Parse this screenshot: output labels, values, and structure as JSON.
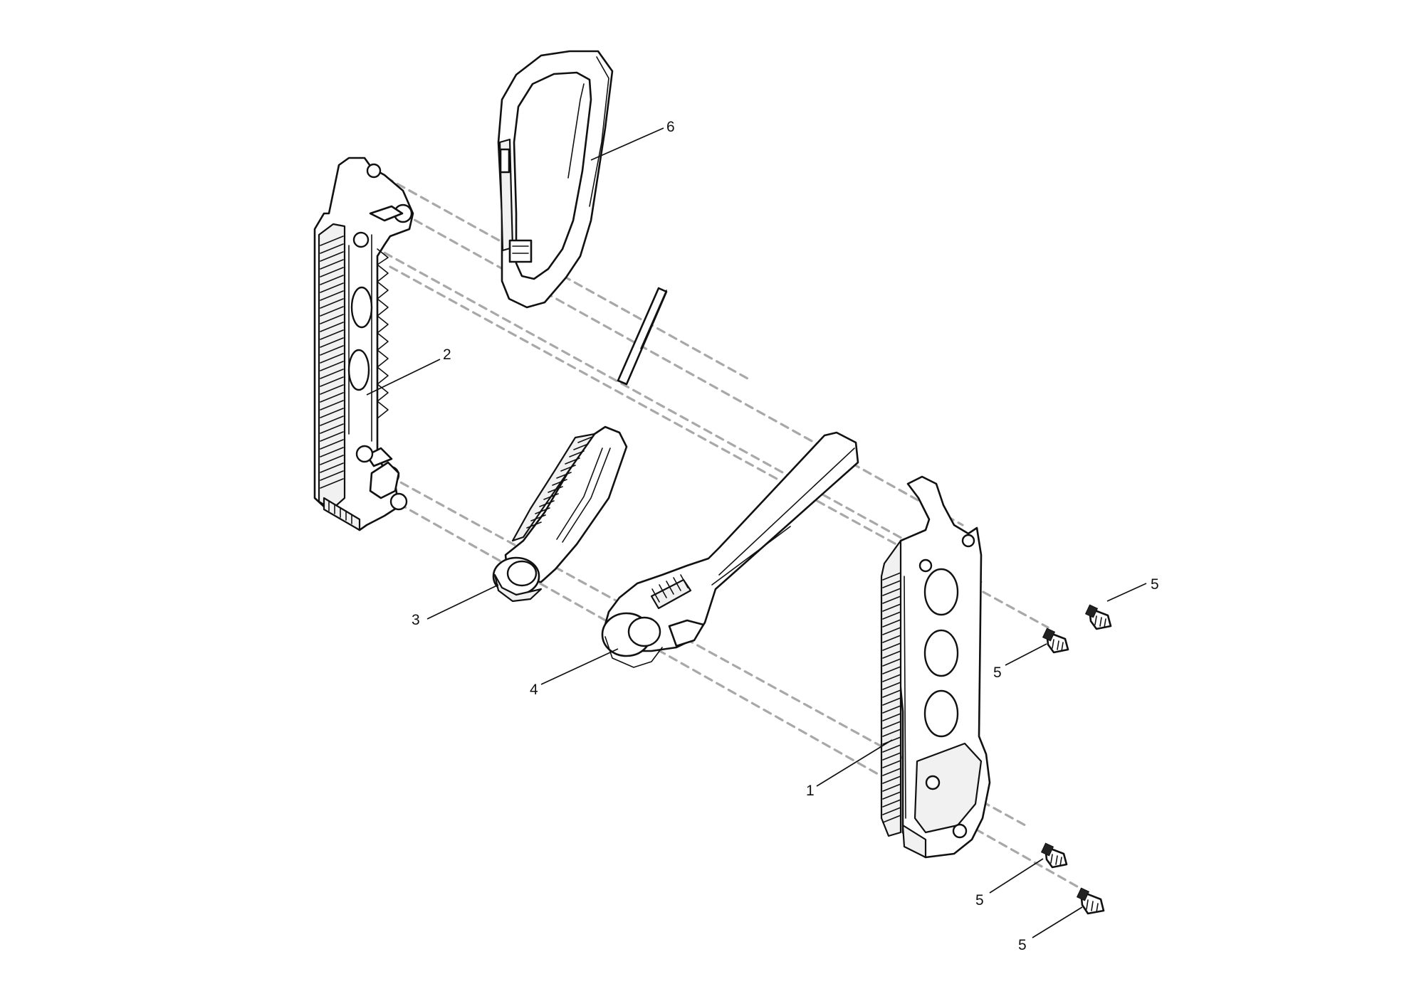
{
  "figure": {
    "description_free": true,
    "callouts": {
      "part_1": "1",
      "part_2": "2",
      "part_3": "3",
      "part_4": "4",
      "part_5a": "5",
      "part_5b": "5",
      "part_5c": "5",
      "part_5d": "5",
      "part_6": "6"
    }
  },
  "colors": {
    "line": "#111111",
    "assembly_dashes": "#a8a8a8",
    "background": "#ffffff"
  }
}
